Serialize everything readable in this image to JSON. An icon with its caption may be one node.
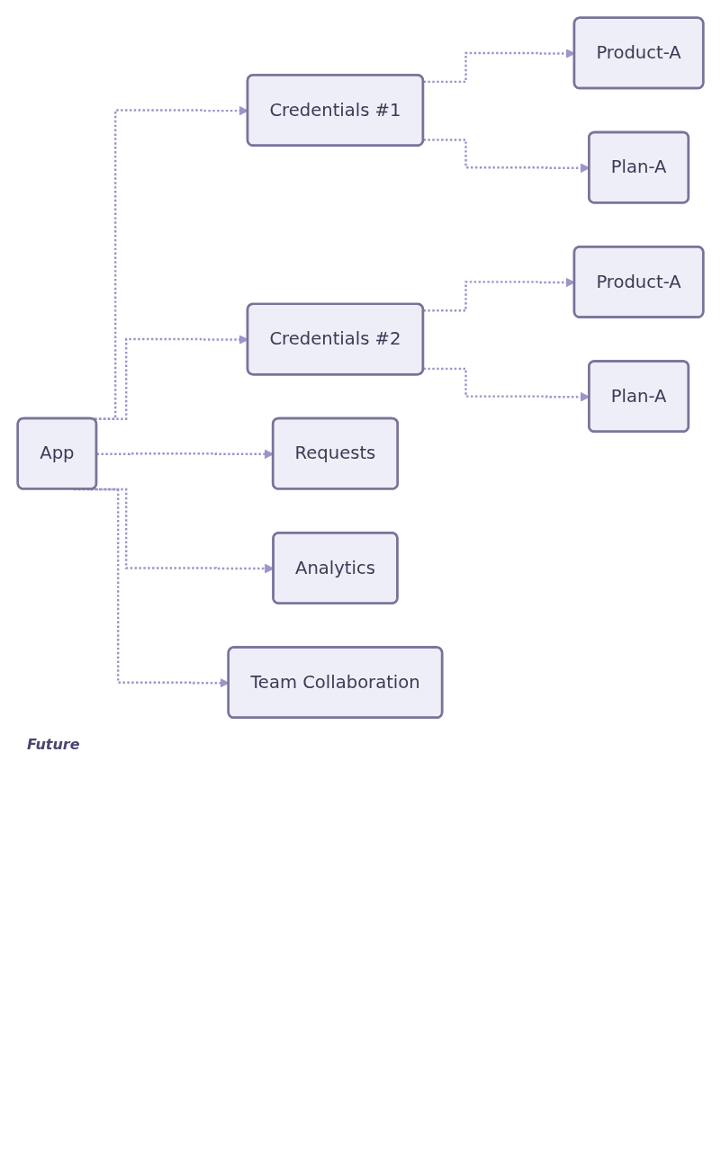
{
  "diagram": {
    "nodes": [
      {
        "text": [
          "App"
        ]
      },
      {
        "text": [
          "Credentials #1"
        ]
      },
      {
        "text": [
          "Product-A"
        ]
      },
      {
        "text": [
          "Plan-A"
        ]
      },
      {
        "text": [
          "Credentials #2"
        ]
      },
      {
        "text": [
          "Product-A"
        ]
      },
      {
        "text": [
          "Plan-A"
        ]
      },
      {
        "text": [
          "Requests"
        ]
      },
      {
        "text": [
          "Analytics"
        ]
      },
      {
        "text": [
          "Team Collaboration"
        ]
      }
    ],
    "edges": [
      {
        "from": 0,
        "to": 1,
        "arrow": "to",
        "style": "dashed"
      },
      {
        "from": 1,
        "to": 2,
        "arrow": "to",
        "style": "dashed"
      },
      {
        "from": 1,
        "to": 3,
        "arrow": "to",
        "style": "dashed"
      },
      {
        "from": 0,
        "to": 4,
        "arrow": "to",
        "style": "dashed"
      },
      {
        "from": 4,
        "to": 5,
        "arrow": "to",
        "style": "dashed"
      },
      {
        "from": 4,
        "to": 6,
        "arrow": "to",
        "style": "dashed"
      },
      {
        "from": 0,
        "to": 7,
        "arrow": "to",
        "style": "dashed"
      },
      {
        "from": 0,
        "to": 8,
        "arrow": "to",
        "style": "dashed"
      },
      {
        "from": 0,
        "to": 9,
        "arrow": "to",
        "style": "dashed"
      }
    ],
    "labels": [
      "Future"
    ]
  }
}
